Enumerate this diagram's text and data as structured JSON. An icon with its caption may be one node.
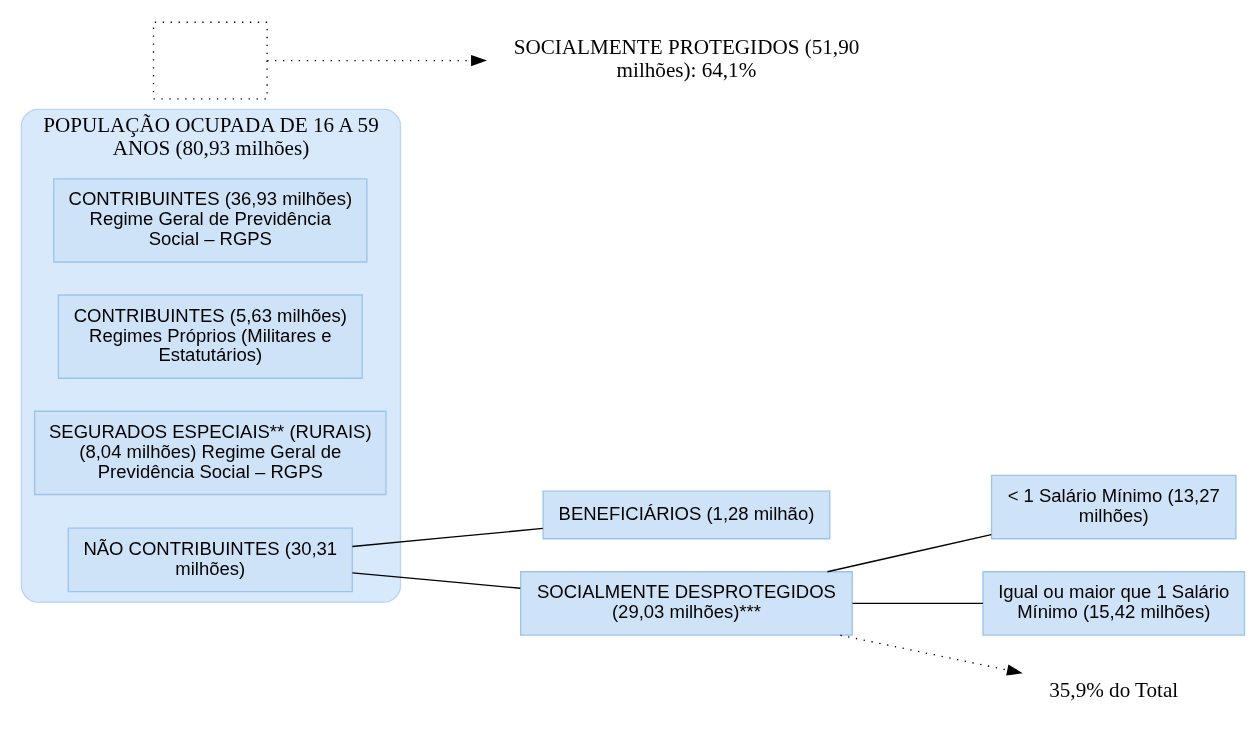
{
  "diagram": {
    "nodes": [
      {
        "text": [
          "POPULAÇÃO OCUPADA DE 16 A 59 ANOS (80,93 milhões)"
        ]
      },
      {
        "text": [
          "CONTRIBUINTES (36,93 milhões) Regime Geral de Previdência Social – RGPS"
        ],
        "in": 0
      },
      {
        "text": [
          "CONTRIBUINTES (5,63 milhões) Regimes Próprios (Militares e Estatutários)"
        ],
        "in": 0
      },
      {
        "text": [
          "SEGURADOS ESPECIAIS** (RURAIS) (8,04 milhões) Regime Geral de Previdência Social – RGPS"
        ],
        "in": 0
      },
      {
        "text": [
          "NÃO CONTRIBUINTES (30,31 milhões)"
        ],
        "in": 0
      },
      {
        "text": [
          "BENEFICIÁRIOS (1,28 milhão)"
        ]
      },
      {
        "text": [
          "SOCIALMENTE DESPROTEGIDOS (29,03 milhões)***"
        ]
      },
      {
        "text": [
          "< 1 Salário Mínimo (13,27 milhões)"
        ]
      },
      {
        "text": [
          "Igual ou maior que 1 Salário Mínimo (15,42 milhões)"
        ]
      },
      {
        "text": [
          "SOCIALMENTE PROTEGIDOS (51,90 milhões): 64,1%"
        ]
      },
      {
        "text": [
          "35,9% do Total"
        ]
      },
      {
        "text": [],
        "shape": "box"
      }
    ],
    "edges": [
      {
        "from": 4,
        "to": 5,
        "arrow": "none"
      },
      {
        "from": 4,
        "to": 6,
        "arrow": "none"
      },
      {
        "from": 6,
        "to": 7,
        "arrow": "none"
      },
      {
        "from": 6,
        "to": 8,
        "arrow": "none"
      },
      {
        "from": 11,
        "to": 9,
        "arrow": "to",
        "style": "dashed"
      },
      {
        "from": 6,
        "to": 10,
        "arrow": "to",
        "style": "dashed"
      }
    ]
  }
}
